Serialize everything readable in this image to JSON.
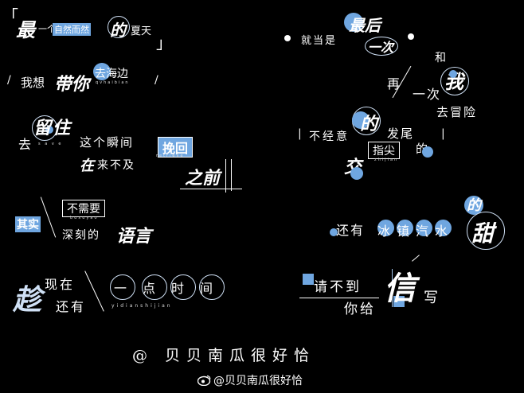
{
  "accent_color": "#6fa6e0",
  "background_color": "#000000",
  "p1": {
    "bracket_open": "「",
    "c1": "最",
    "mid": "一个",
    "hl": "自然而然",
    "c2": "的",
    "tail": "夏天",
    "bracket_close": "」"
  },
  "p2": {
    "slash1": "/",
    "lead": "我想",
    "brush": "带你",
    "hl": "去海边",
    "pinyin": "qvhaibian",
    "slash2": "/"
  },
  "p3": {
    "qu": "去",
    "brush1": "留住",
    "pinyin": "s a v e",
    "mid": "这个瞬间",
    "box": "挽回",
    "box_pinyin": "retrieve",
    "brush2": "在",
    "lead2": "来不及",
    "brush3": "之前"
  },
  "p4": {
    "chip": "其实",
    "box": "不需要",
    "pinyin": "buxuyao",
    "mid": "深刻的",
    "brush": "语言"
  },
  "p5": {
    "brush": "趁",
    "l1": "现在",
    "l2": "还有",
    "circ": "一点时间",
    "pinyin": "yidianshijian"
  },
  "p6": {
    "lead": "就当是",
    "c1": "最后",
    "c2": "一次"
  },
  "p7": {
    "c1": "再",
    "c2": "一次",
    "he": "和",
    "brush": "我",
    "tail": "去冒险"
  },
  "p8": {
    "lead": "不经意",
    "b1": "的",
    "c1": "发尾",
    "chip": "指尖",
    "pinyin": "zhijian",
    "b2": "的",
    "b3": "交"
  },
  "p9": {
    "lead": "还有",
    "hl": "冰镇汽水",
    "c1": "的",
    "brush": "甜"
  },
  "p10": {
    "lead": "请不到",
    "brush": "信",
    "tail": "写",
    "l2": "你给"
  },
  "footer": {
    "credit": "@ 贝贝南瓜很好恰",
    "watermark": "@贝贝南瓜很好恰"
  }
}
